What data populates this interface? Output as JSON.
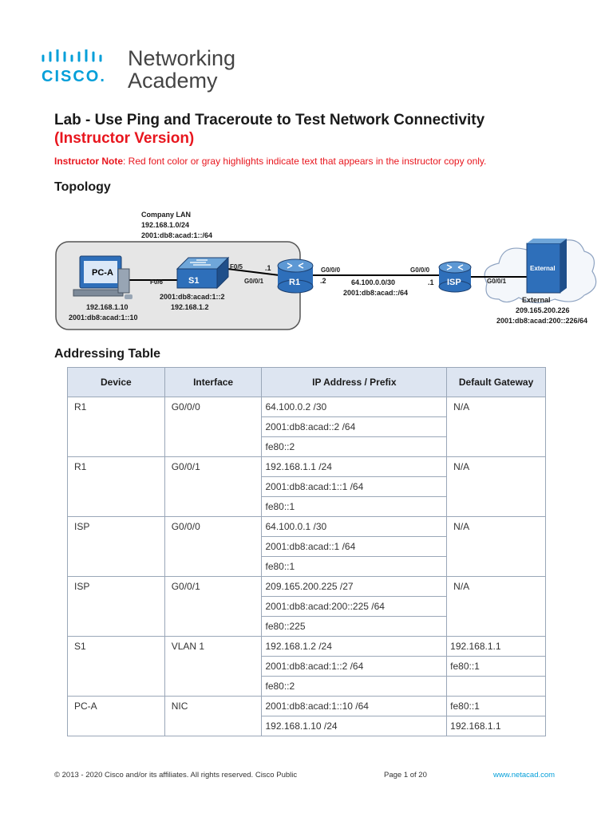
{
  "logo": {
    "networking": "Networking",
    "cisco": "CISCO.",
    "academy": "Academy"
  },
  "header": {
    "title": "Lab - Use Ping and Traceroute to Test Network Connectivity",
    "subtitle": "(Instructor Version)",
    "note_label": "Instructor Note",
    "note_text": ": Red font color or gray highlights indicate text that appears in the instructor copy only."
  },
  "sections": {
    "topology": "Topology",
    "addressing": "Addressing Table"
  },
  "topology": {
    "lan_title": "Company LAN",
    "lan_ipv4": "192.168.1.0/24",
    "lan_ipv6": "2001:db8:acad:1::/64",
    "pc_label": "PC-A",
    "pc_ipv4": "192.168.1.10",
    "pc_ipv6": "2001:db8:acad:1::10",
    "pc_port": "F0/6",
    "switch_label": "S1",
    "switch_ipv6": "2001:db8:acad:1::2",
    "switch_ipv4": "192.168.1.2",
    "switch_port": "F0/5",
    "r1_label": "R1",
    "r1_lan_host": ".1",
    "r1_lan_port": "G0/0/1",
    "r1_wan_port": "G0/0/0",
    "r1_wan_host": ".2",
    "wan_ipv4": "64.100.0.0/30",
    "wan_ipv6": "2001:db8:acad::/64",
    "isp_wan_port": "G0/0/0",
    "isp_label": "ISP",
    "isp_host": ".1",
    "isp_ext_port": "G0/0/1",
    "server_label": "External",
    "ext_label": "External",
    "ext_ipv4": "209.165.200.226",
    "ext_ipv6": "2001:db8:acad:200::226/64"
  },
  "table": {
    "headers": [
      "Device",
      "Interface",
      "IP Address / Prefix",
      "Default Gateway"
    ],
    "rows": [
      {
        "device": "R1",
        "iface": "G0/0/0",
        "ip1": "64.100.0.2 /30",
        "ip2": "2001:db8:acad::2 /64",
        "ip3": "fe80::2",
        "gw1": "N/A",
        "gw2": ""
      },
      {
        "device": "R1",
        "iface": "G0/0/1",
        "ip1": "192.168.1.1 /24",
        "ip2": "2001:db8:acad:1::1 /64",
        "ip3": "fe80::1",
        "gw1": "N/A",
        "gw2": ""
      },
      {
        "device": "ISP",
        "iface": "G0/0/0",
        "ip1": "64.100.0.1 /30",
        "ip2": "2001:db8:acad::1 /64",
        "ip3": "fe80::1",
        "gw1": "N/A",
        "gw2": ""
      },
      {
        "device": "ISP",
        "iface": "G0/0/1",
        "ip1": "209.165.200.225 /27",
        "ip2": "2001:db8:acad:200::225 /64",
        "ip3": "fe80::225",
        "gw1": "N/A",
        "gw2": ""
      },
      {
        "device": "S1",
        "iface": "VLAN 1",
        "ip1": "192.168.1.2 /24",
        "ip2": "2001:db8:acad:1::2 /64",
        "ip3": "fe80::2",
        "gw1": "192.168.1.1",
        "gw2": "fe80::1"
      },
      {
        "device": "PC-A",
        "iface": "NIC",
        "ip1": "2001:db8:acad:1::10 /64",
        "ip2": "192.168.1.10 /24",
        "ip3": "",
        "gw1": "fe80::1",
        "gw2": "192.168.1.1"
      }
    ]
  },
  "footer": {
    "copyright": "© 2013 - 2020 Cisco and/or its affiliates. All rights reserved. Cisco Public",
    "page": "Page 1 of 20",
    "url": "www.netacad.com"
  }
}
